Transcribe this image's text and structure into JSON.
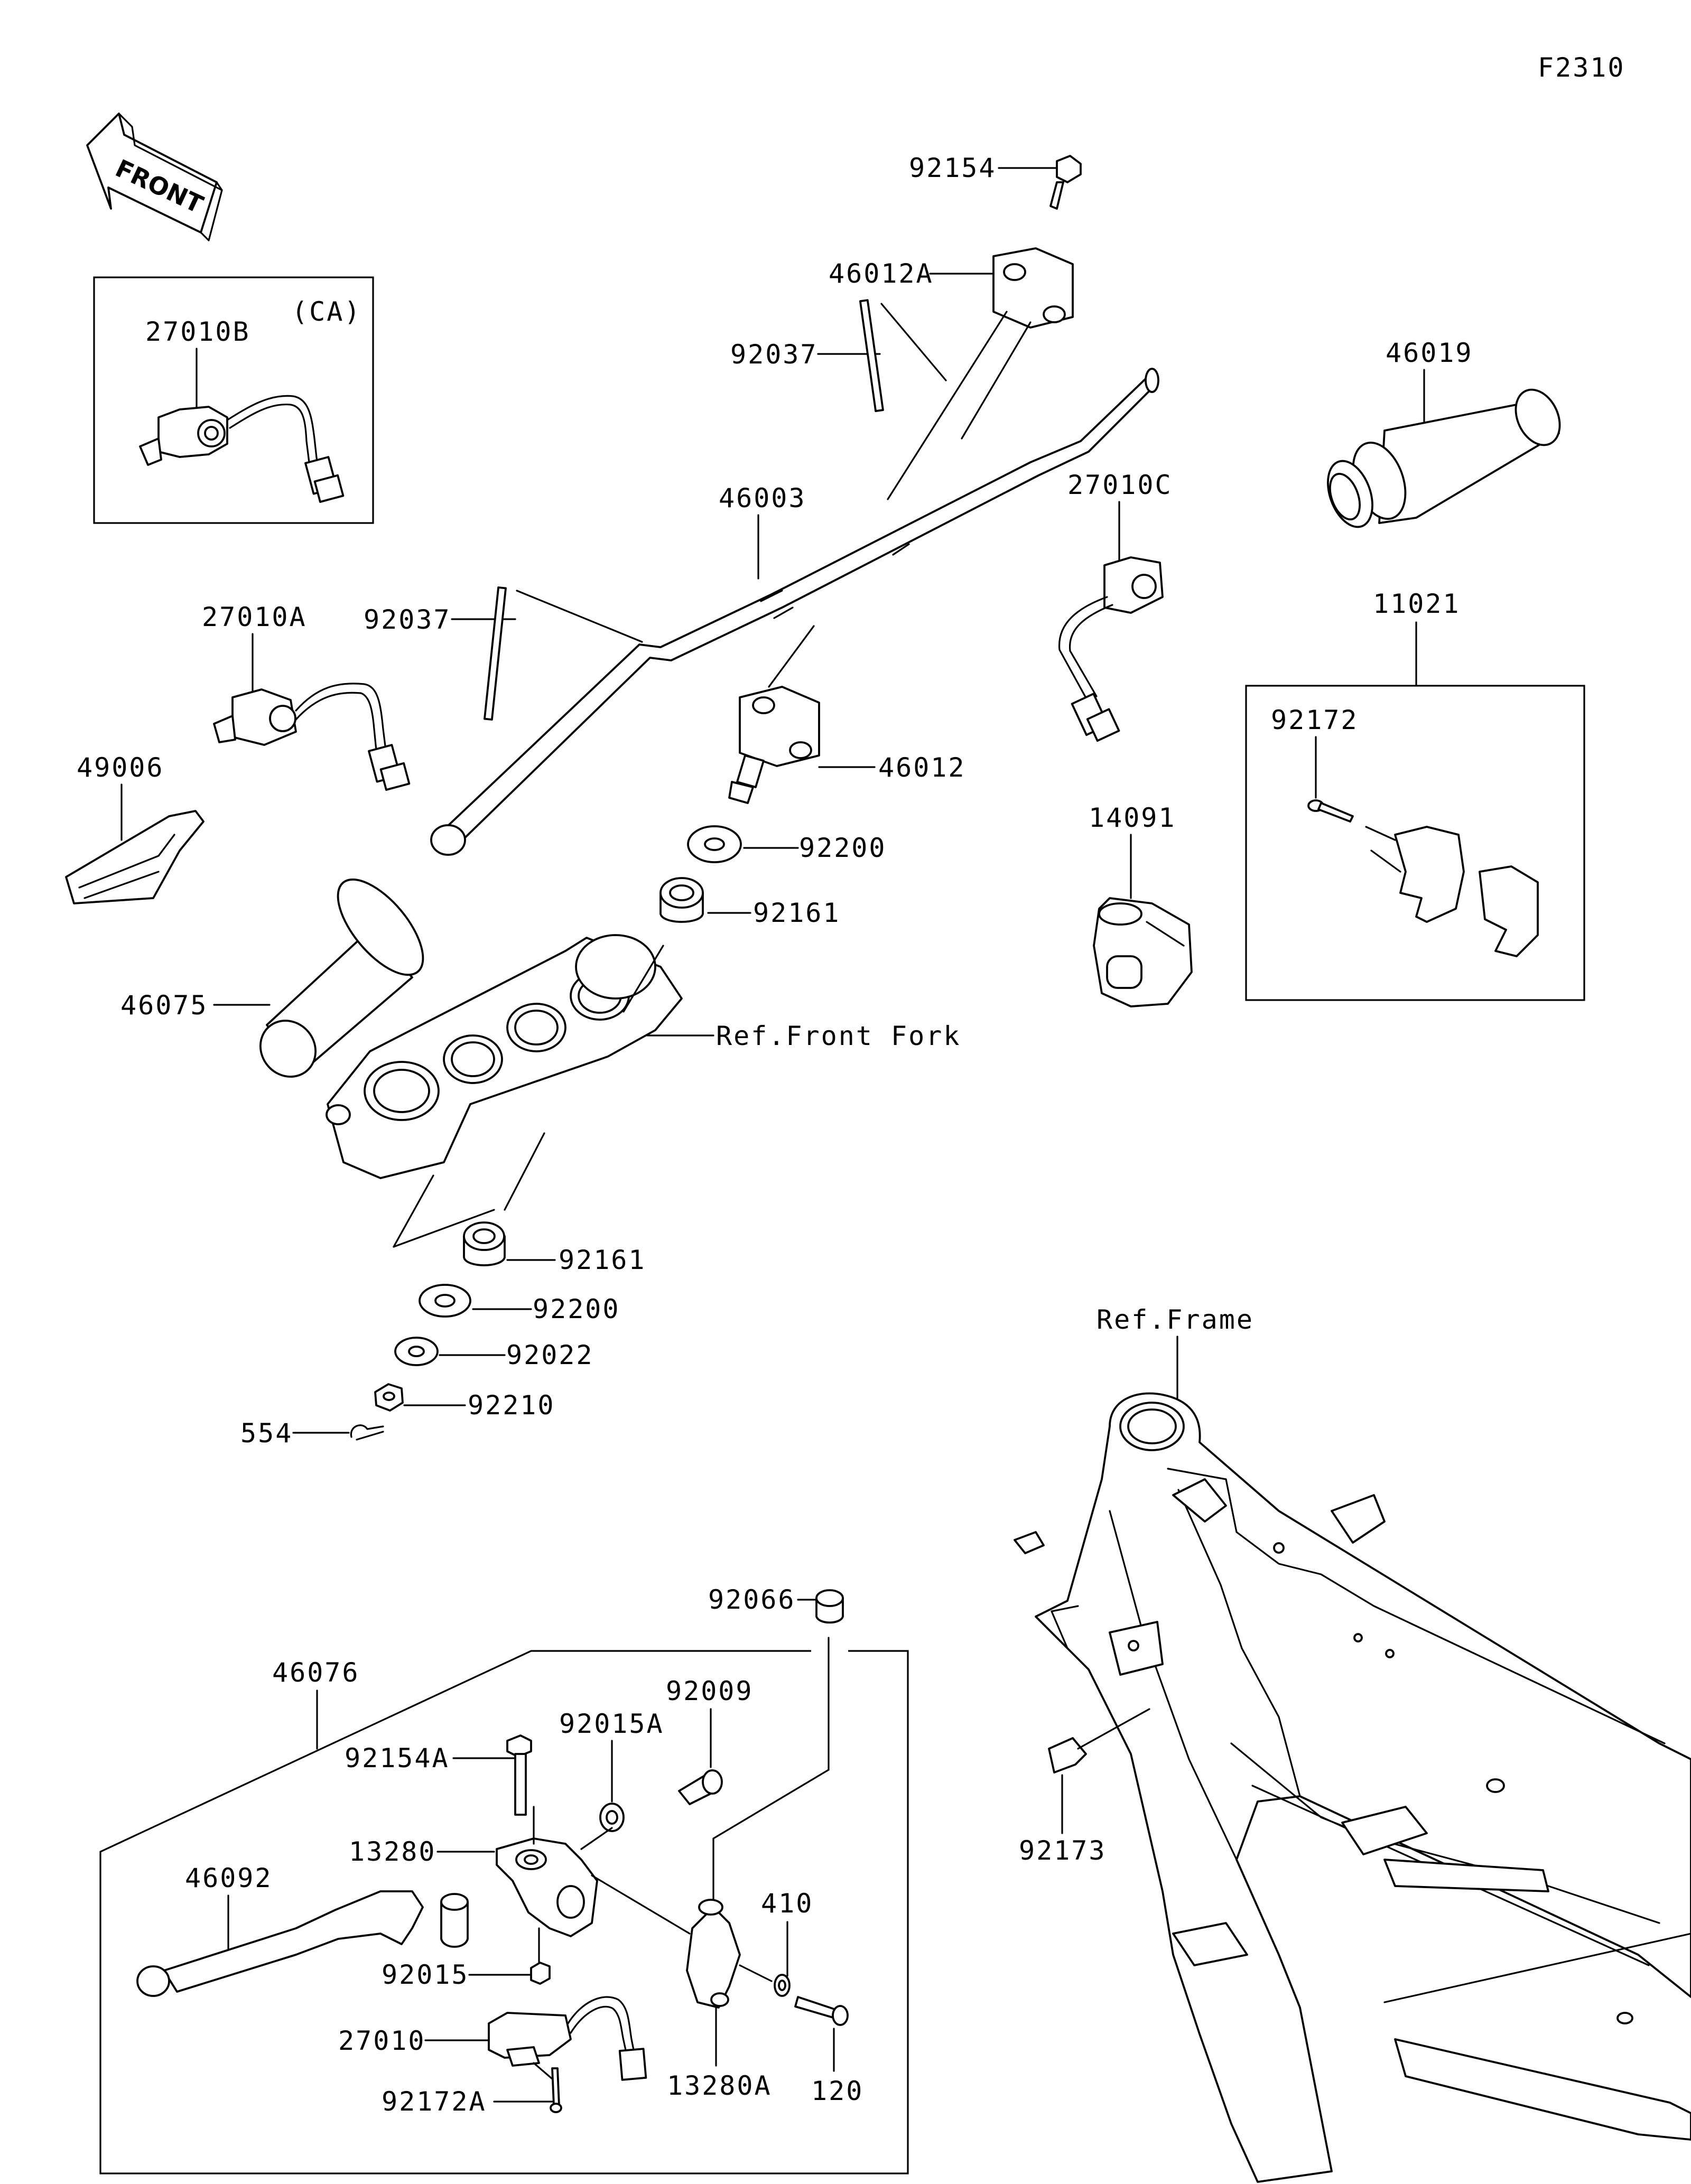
{
  "diagram_code": "F2310",
  "front_arrow": {
    "text": "FRONT",
    "icon": "front-arrow-icon"
  },
  "ca_box": {
    "region": "(CA)",
    "part": "27010B"
  },
  "switch_box": {
    "label": "11021",
    "part": "92172"
  },
  "lever_box": {
    "label": "46076"
  },
  "references": {
    "front_fork": "Ref.Front Fork",
    "frame": "Ref.Frame"
  },
  "callouts": [
    "92154",
    "46012A",
    "92037",
    "46003",
    "46019",
    "27010C",
    "27010A",
    "92037",
    "46012",
    "11021",
    "49006",
    "92200",
    "92161",
    "14091",
    "46075",
    "92161",
    "92200",
    "92022",
    "92210",
    "554",
    "92066",
    "46076",
    "92009",
    "92015A",
    "92154A",
    "13280",
    "46092",
    "410",
    "92015",
    "27010",
    "13280A",
    "120",
    "92172A",
    "92173"
  ]
}
